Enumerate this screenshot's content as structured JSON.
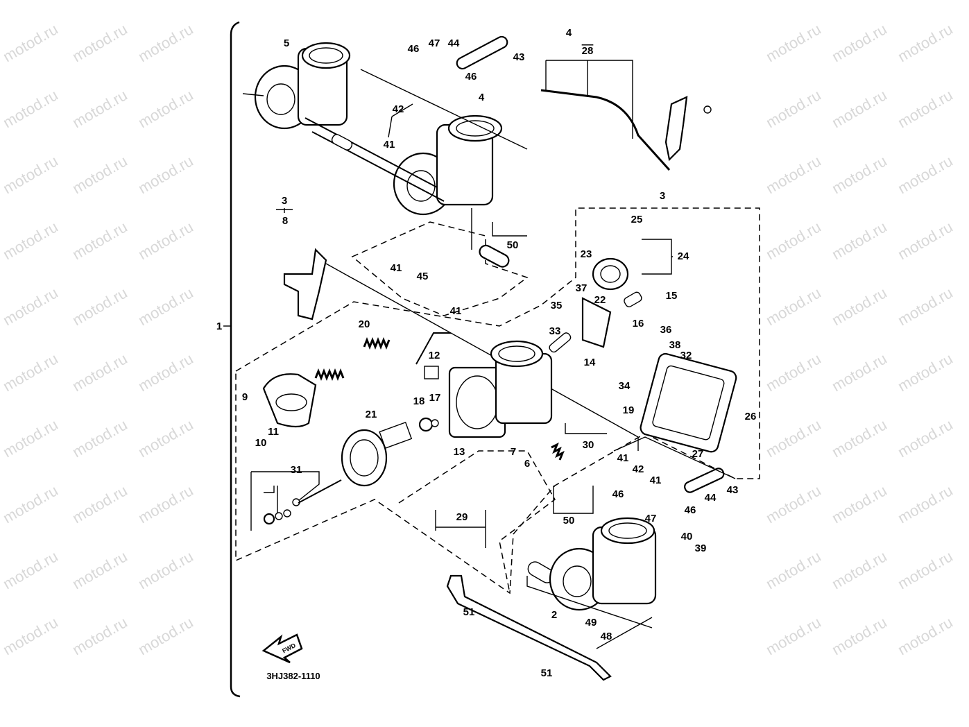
{
  "diagram": {
    "part_code": "3HJ382-1110",
    "fwd_label": "FWD",
    "watermark": "motod.ru",
    "callouts": {
      "c1": "1",
      "c2": "2",
      "c3a": "3",
      "c3b": "3",
      "c4a": "4",
      "c4b": "4",
      "c28": "28",
      "c5": "5",
      "c6": "6",
      "c7": "7",
      "c8": "8",
      "c9": "9",
      "c10": "10",
      "c11": "11",
      "c12": "12",
      "c13": "13",
      "c14": "14",
      "c15": "15",
      "c16": "16",
      "c17": "17",
      "c18": "18",
      "c19": "19",
      "c20": "20",
      "c21": "21",
      "c22": "22",
      "c23": "23",
      "c24": "24",
      "c25": "25",
      "c26": "26",
      "c27": "27",
      "c29": "29",
      "c30": "30",
      "c31": "31",
      "c32": "32",
      "c33": "33",
      "c34": "34",
      "c35": "35",
      "c36": "36",
      "c37": "37",
      "c38": "38",
      "c39": "39",
      "c40": "40",
      "c41a": "41",
      "c41b": "41",
      "c41c": "41",
      "c41d": "41",
      "c41e": "41",
      "c42a": "42",
      "c42b": "42",
      "c43a": "43",
      "c43b": "43",
      "c44a": "44",
      "c44b": "44",
      "c45": "45",
      "c46a": "46",
      "c46b": "46",
      "c46c": "46",
      "c46d": "46",
      "c47a": "47",
      "c47b": "47",
      "c48": "48",
      "c49": "49",
      "c50a": "50",
      "c50b": "50",
      "c51a": "51",
      "c51b": "51"
    }
  }
}
